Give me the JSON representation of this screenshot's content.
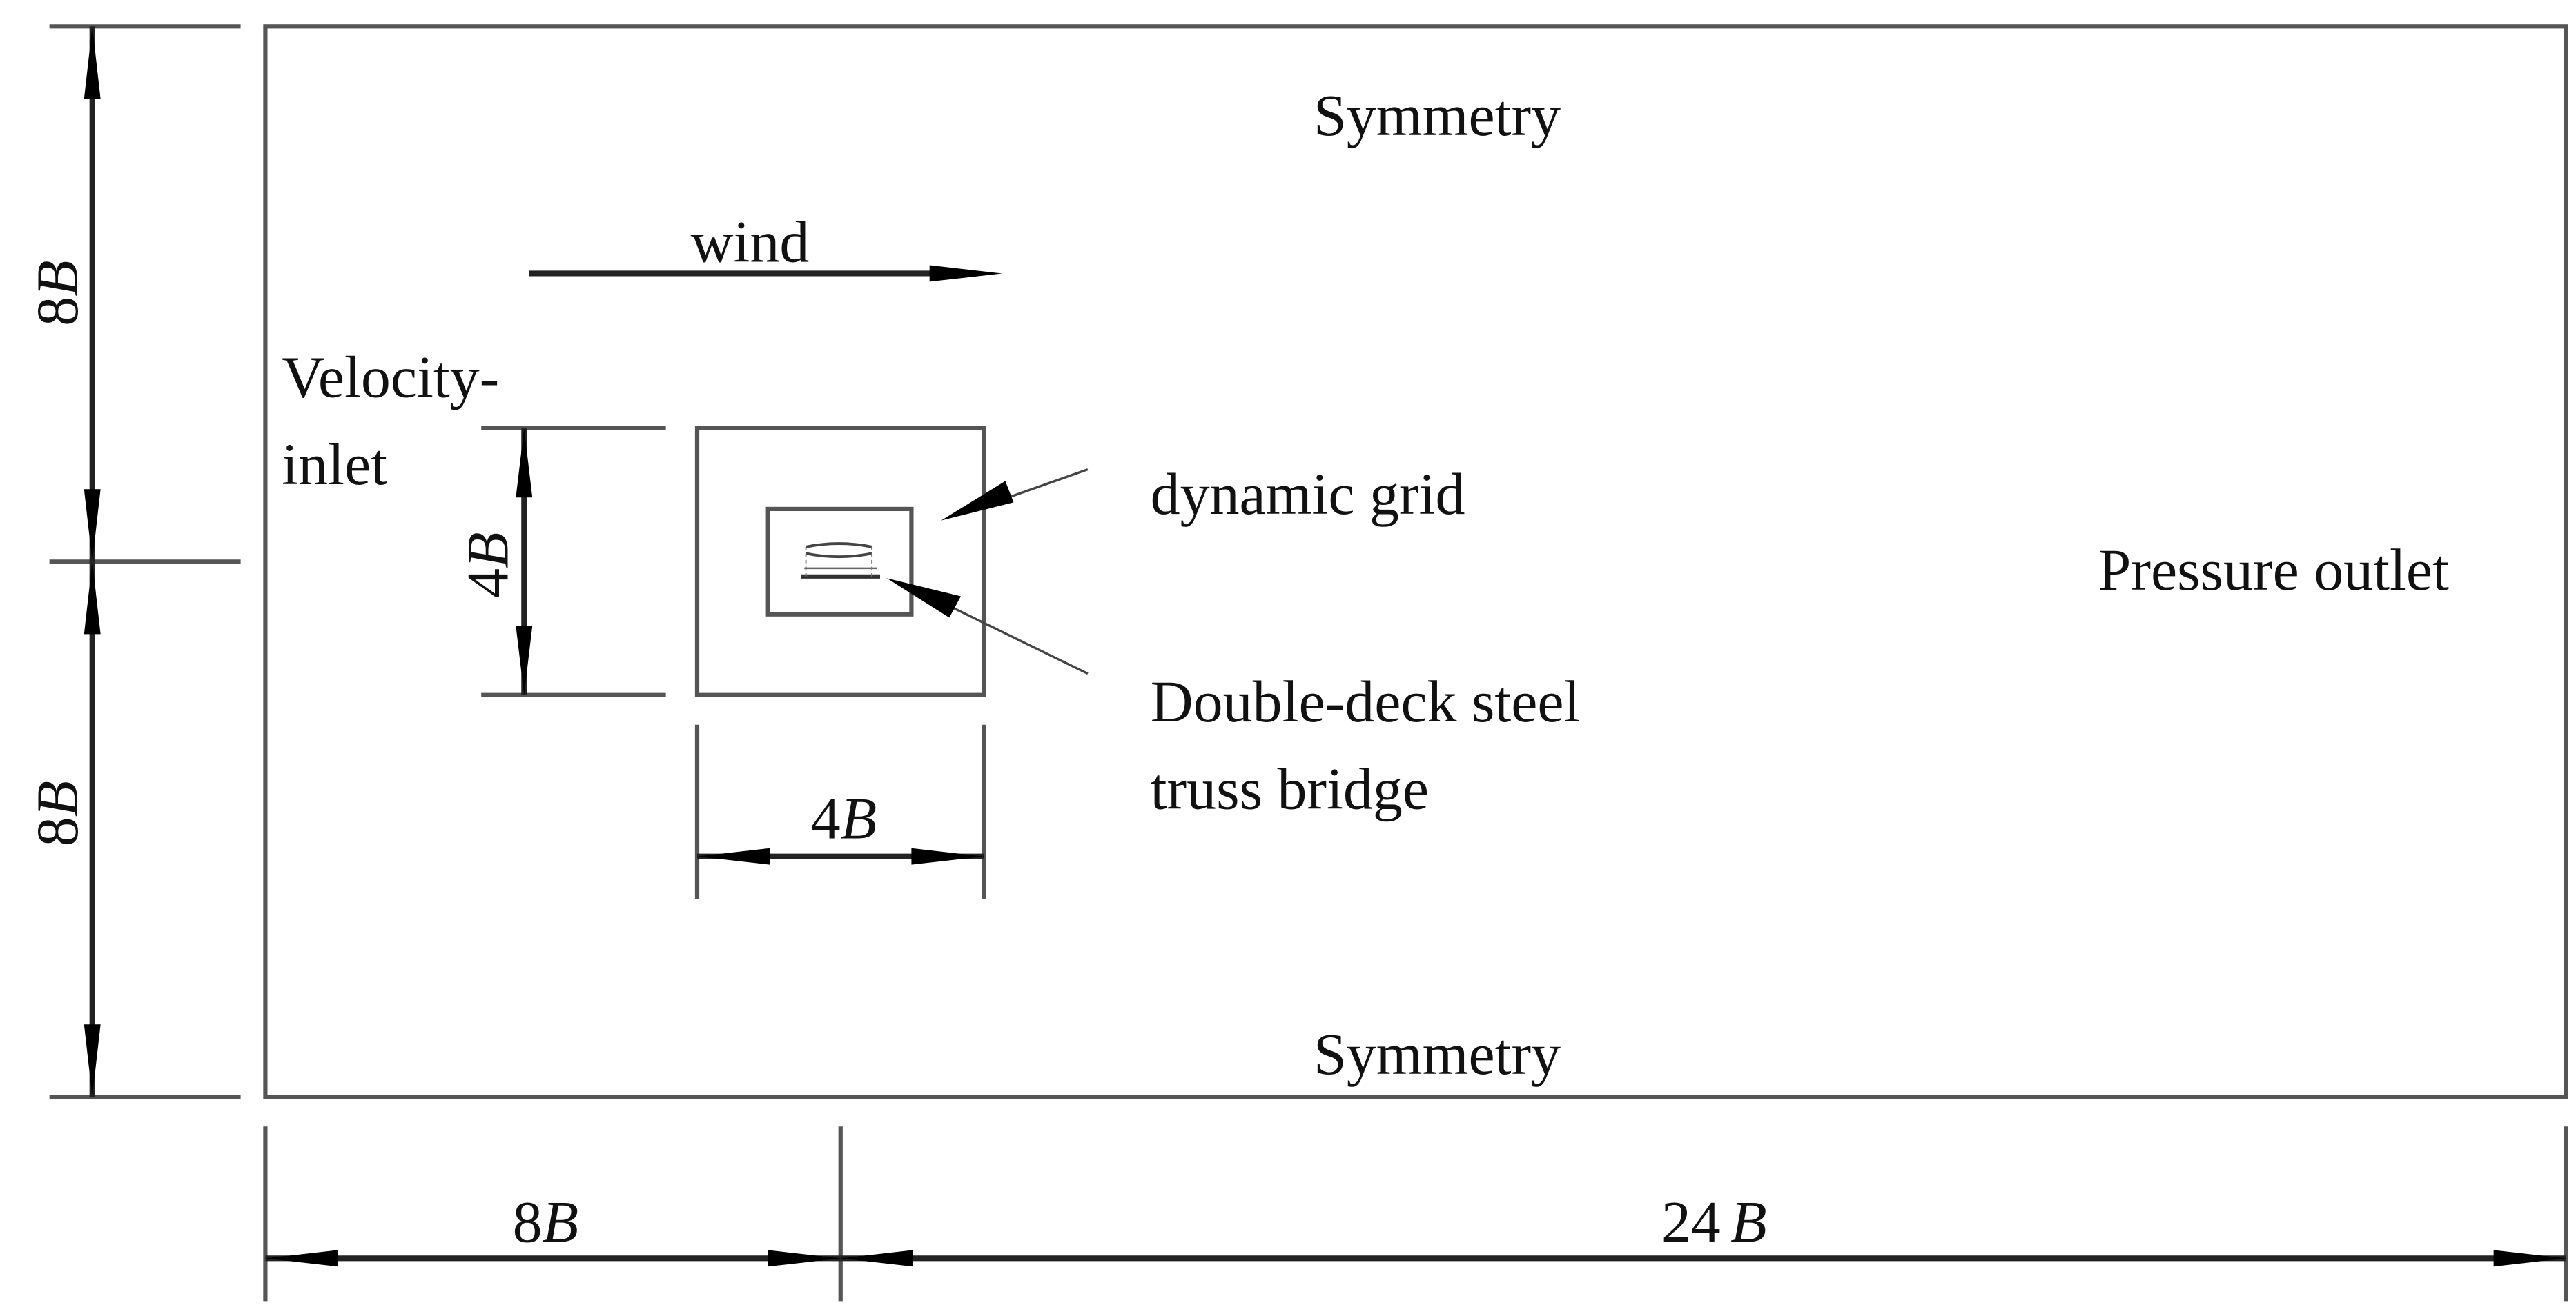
{
  "labels": {
    "top_boundary": "Symmetry",
    "bottom_boundary": "Symmetry",
    "inlet_line1": "Velocity-",
    "inlet_line2": "inlet",
    "outlet": "Pressure outlet",
    "wind": "wind",
    "dynamic_grid": "dynamic grid",
    "bridge_line1": "Double-deck steel",
    "bridge_line2": "truss bridge"
  },
  "dimensions": {
    "upper_height": {
      "num": "8",
      "sym": "B"
    },
    "lower_height": {
      "num": "8",
      "sym": "B"
    },
    "inner_height": {
      "num": "4",
      "sym": "B"
    },
    "inner_width": {
      "num": "4",
      "sym": "B"
    },
    "inlet_distance": {
      "num": "8",
      "sym": "B"
    },
    "outlet_distance": {
      "num": "24",
      "sym": "B"
    }
  },
  "colors": {
    "line": "#555555",
    "dimension": "#222222",
    "arrow": "#000000",
    "text": "#111111"
  }
}
